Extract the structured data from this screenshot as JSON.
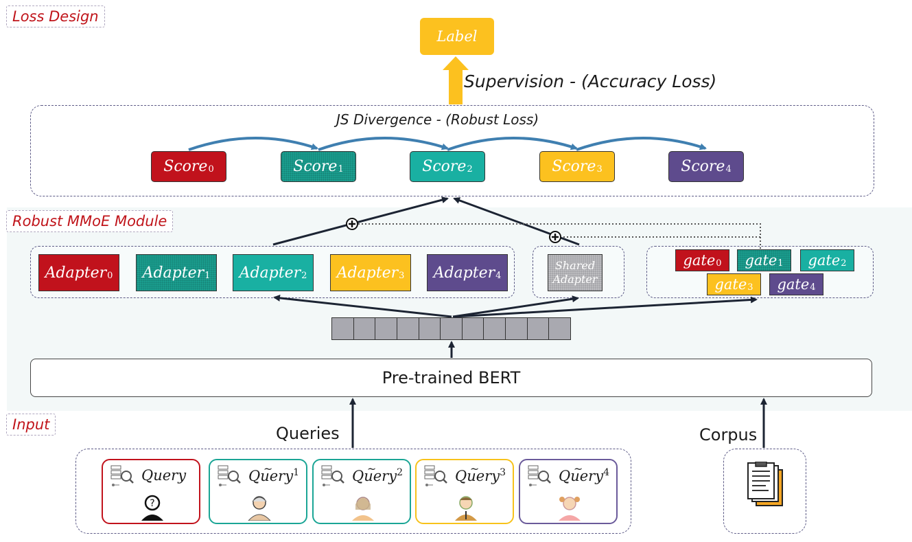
{
  "sections": {
    "loss_design": "Loss Design",
    "robust_mmoe": "Robust MMoE Module",
    "input": "Input"
  },
  "label_box": "Label",
  "supervision": "Supervision - (Accuracy Loss)",
  "js_divergence": "JS Divergence - (Robust Loss)",
  "scores": [
    {
      "name": "Score",
      "sub": "0",
      "color": "#c1121c"
    },
    {
      "name": "Score",
      "sub": "1",
      "color": "#1a9e8f"
    },
    {
      "name": "Score",
      "sub": "2",
      "color": "#19b0a2"
    },
    {
      "name": "Score",
      "sub": "3",
      "color": "#fcc11f"
    },
    {
      "name": "Score",
      "sub": "4",
      "color": "#5e4b8d"
    }
  ],
  "adapters": [
    {
      "name": "Adapter",
      "sub": "0"
    },
    {
      "name": "Adapter",
      "sub": "1"
    },
    {
      "name": "Adapter",
      "sub": "2"
    },
    {
      "name": "Adapter",
      "sub": "3"
    },
    {
      "name": "Adapter",
      "sub": "4"
    }
  ],
  "shared_adapter": {
    "line1": "Shared",
    "line2": "Adapter"
  },
  "gates": [
    {
      "name": "gate",
      "sub": "0"
    },
    {
      "name": "gate",
      "sub": "1"
    },
    {
      "name": "gate",
      "sub": "2"
    },
    {
      "name": "gate",
      "sub": "3"
    },
    {
      "name": "gate",
      "sub": "4"
    }
  ],
  "bert": "Pre-trained BERT",
  "queries_label": "Queries",
  "corpus_label": "Corpus",
  "queries": [
    {
      "name": "Query",
      "sup": "",
      "color": "#c1121c",
      "icon": "question-person-icon"
    },
    {
      "name": "Query",
      "sup": "1",
      "color": "#1aa595",
      "icon": "elderly-person-icon"
    },
    {
      "name": "Query",
      "sup": "2",
      "color": "#1aa595",
      "icon": "woman-icon"
    },
    {
      "name": "Query",
      "sup": "3",
      "color": "#f7c21a",
      "icon": "businessman-icon"
    },
    {
      "name": "Query",
      "sup": "4",
      "color": "#6a5a9a",
      "icon": "girl-icon"
    }
  ],
  "corpus_icon": "documents-icon",
  "embedding_cells": 11
}
